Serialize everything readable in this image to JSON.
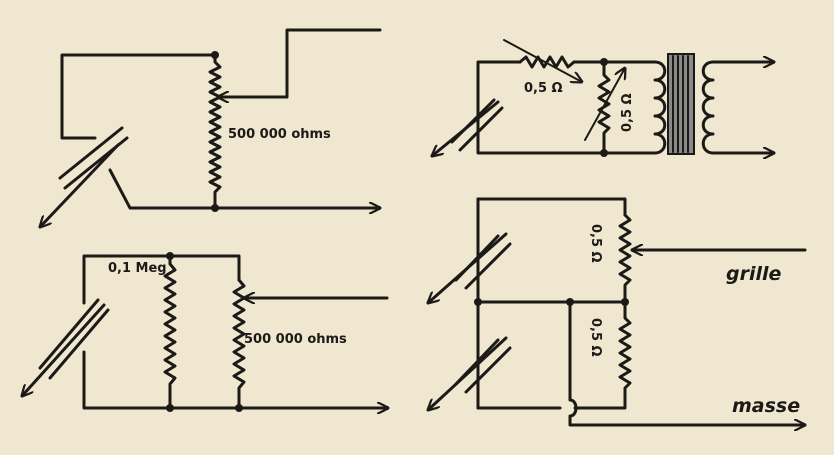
{
  "labels": {
    "pot_top_left": "500 000 ohms",
    "pot_bottom_left": "500 000 ohms",
    "res_fixed": "0,1 Meg",
    "rheo_series": "0,5 Ω",
    "rheo_shunt": "0,5 Ω",
    "pot_upper_right": "0,5 Ω",
    "res_lower_right": "0,5 Ω",
    "grid": "grille",
    "ground": "masse"
  },
  "colors": {
    "paper": "#efe7cf",
    "ink": "#1c1a17",
    "transformer_core": "#8a8a8a"
  }
}
